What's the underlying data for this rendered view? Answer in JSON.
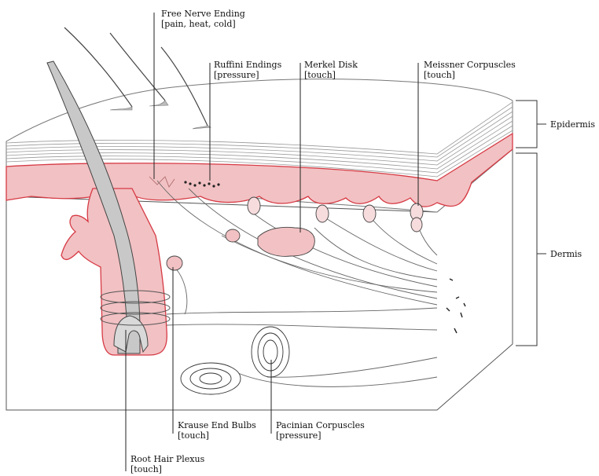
{
  "labels": {
    "free_nerve": {
      "name": "Free Nerve Ending",
      "detail": "[pain, heat, cold]"
    },
    "ruffini": {
      "name": "Ruffini Endings",
      "detail": "[pressure]"
    },
    "merkel": {
      "name": "Merkel Disk",
      "detail": "[touch]"
    },
    "meissner": {
      "name": "Meissner Corpuscles",
      "detail": "[touch]"
    },
    "epidermis": "Epidermis",
    "dermis": "Dermis",
    "krause": {
      "name": "Krause End Bulbs",
      "detail": "[touch]"
    },
    "pacinian": {
      "name": "Pacinian Corpuscles",
      "detail": "[pressure]"
    },
    "root_hair": {
      "name": "Root Hair Plexus",
      "detail": "[touch]"
    }
  },
  "colors": {
    "skin_pink": "#f2c1c3",
    "red_line": "#d63a44",
    "hair_gray": "#c8c8c8",
    "line": "#333333"
  }
}
